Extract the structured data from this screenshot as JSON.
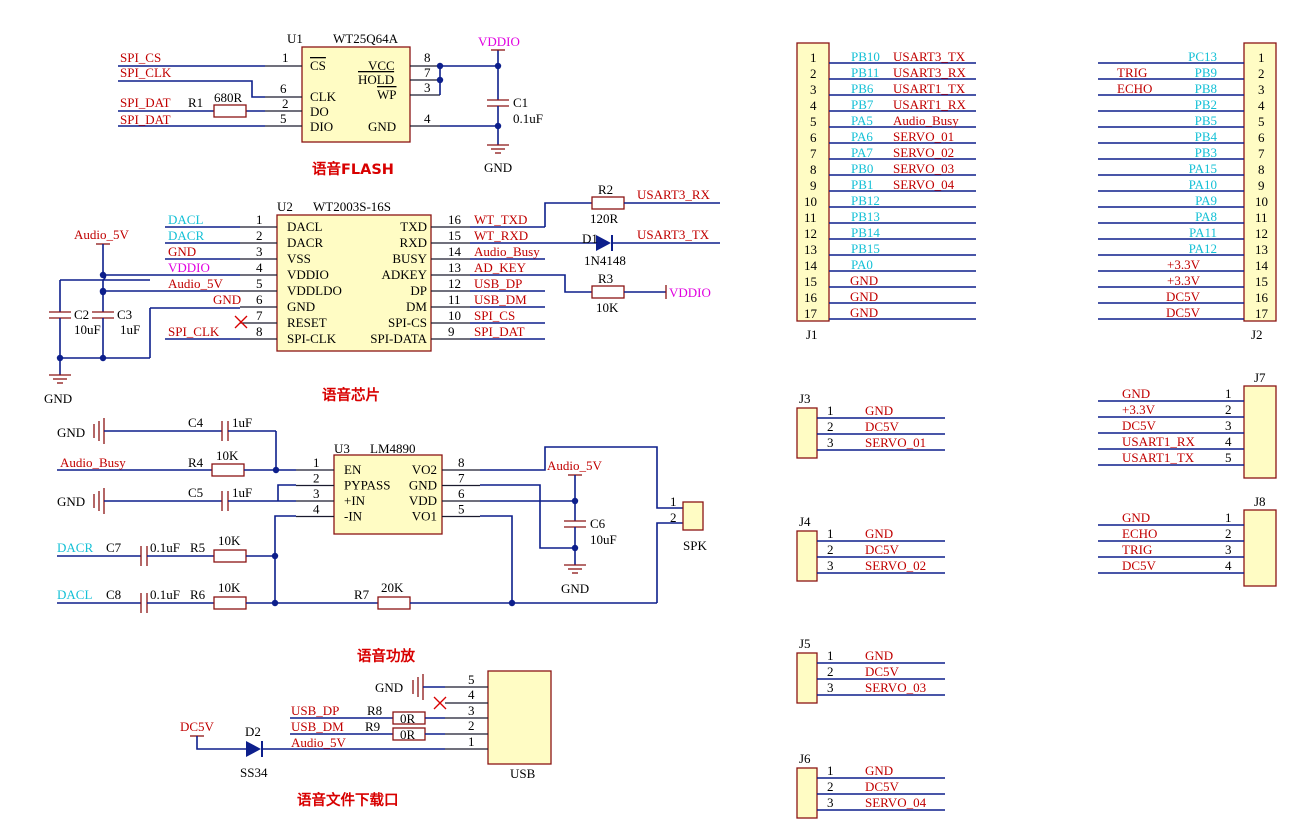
{
  "sections": {
    "flash": "语音FLASH",
    "chip": "语音芯片",
    "amp": "语音功放",
    "usb": "语音文件下载口"
  },
  "u1": {
    "ref": "U1",
    "part": "WT25Q64A",
    "pins_left": [
      {
        "num": "1",
        "name": "CS",
        "net": "SPI_CS"
      },
      {
        "num": "6",
        "name": "CLK",
        "net": "SPI_CLK"
      },
      {
        "num": "2",
        "name": "DO",
        "net": "SPI_DAT"
      },
      {
        "num": "5",
        "name": "DIO",
        "net": "SPI_DAT"
      }
    ],
    "pins_right": [
      {
        "num": "8",
        "name": "VCC"
      },
      {
        "num": "7",
        "name": "HOLD"
      },
      {
        "num": "3",
        "name": "WP"
      },
      {
        "num": "4",
        "name": "GND"
      }
    ],
    "r1": {
      "ref": "R1",
      "value": "680R"
    },
    "c1": {
      "ref": "C1",
      "value": "0.1uF"
    },
    "vddio": "VDDIO",
    "gnd": "GND"
  },
  "u2": {
    "ref": "U2",
    "part": "WT2003S-16S",
    "pins_left": [
      {
        "num": "1",
        "name": "DACL",
        "net": "DACL"
      },
      {
        "num": "2",
        "name": "DACR",
        "net": "DACR"
      },
      {
        "num": "3",
        "name": "VSS",
        "net": "GND"
      },
      {
        "num": "4",
        "name": "VDDIO",
        "net": "VDDIO"
      },
      {
        "num": "5",
        "name": "VDDLDO",
        "net": "Audio_5V"
      },
      {
        "num": "6",
        "name": "GND",
        "net": "GND"
      },
      {
        "num": "7",
        "name": "RESET",
        "net": ""
      },
      {
        "num": "8",
        "name": "SPI-CLK",
        "net": "SPI_CLK"
      }
    ],
    "pins_right": [
      {
        "num": "16",
        "name": "TXD",
        "net": "WT_TXD"
      },
      {
        "num": "15",
        "name": "RXD",
        "net": "WT_RXD"
      },
      {
        "num": "14",
        "name": "BUSY",
        "net": "Audio_Busy"
      },
      {
        "num": "13",
        "name": "ADKEY",
        "net": "AD_KEY"
      },
      {
        "num": "12",
        "name": "DP",
        "net": "USB_DP"
      },
      {
        "num": "11",
        "name": "DM",
        "net": "USB_DM"
      },
      {
        "num": "10",
        "name": "SPI-CS",
        "net": "SPI_CS"
      },
      {
        "num": "9",
        "name": "SPI-DATA",
        "net": "SPI_DAT"
      }
    ],
    "audio5v": "Audio_5V",
    "c2": {
      "ref": "C2",
      "value": "10uF"
    },
    "c3": {
      "ref": "C3",
      "value": "1uF"
    },
    "r2": {
      "ref": "R2",
      "value": "120R",
      "net": "USART3_RX"
    },
    "d1": {
      "ref": "D1",
      "value": "1N4148",
      "net": "USART3_TX"
    },
    "r3": {
      "ref": "R3",
      "value": "10K",
      "net": "VDDIO"
    },
    "gnd": "GND"
  },
  "u3": {
    "ref": "U3",
    "part": "LM4890",
    "pins_left": [
      {
        "num": "1",
        "name": "EN"
      },
      {
        "num": "2",
        "name": "PYPASS"
      },
      {
        "num": "3",
        "name": "+IN"
      },
      {
        "num": "4",
        "name": "-IN"
      }
    ],
    "pins_right": [
      {
        "num": "8",
        "name": "VO2"
      },
      {
        "num": "7",
        "name": "GND"
      },
      {
        "num": "6",
        "name": "VDD"
      },
      {
        "num": "5",
        "name": "VO1"
      }
    ],
    "c4": {
      "ref": "C4",
      "value": "1uF"
    },
    "c5": {
      "ref": "C5",
      "value": "1uF"
    },
    "c6": {
      "ref": "C6",
      "value": "10uF"
    },
    "c7": {
      "ref": "C7",
      "value": "0.1uF",
      "net": "DACR"
    },
    "c8": {
      "ref": "C8",
      "value": "0.1uF",
      "net": "DACL"
    },
    "r4": {
      "ref": "R4",
      "value": "10K",
      "net": "Audio_Busy"
    },
    "r5": {
      "ref": "R5",
      "value": "10K"
    },
    "r6": {
      "ref": "R6",
      "value": "10K"
    },
    "r7": {
      "ref": "R7",
      "value": "20K"
    },
    "audio5v": "Audio_5V",
    "spk": "SPK",
    "spk_pins": [
      "1",
      "2"
    ],
    "gnd": "GND"
  },
  "usb": {
    "ref": "USB",
    "pins": [
      "5",
      "4",
      "3",
      "2",
      "1"
    ],
    "r8": {
      "ref": "R8",
      "value": "0R",
      "net": "USB_DP"
    },
    "r9": {
      "ref": "R9",
      "value": "0R",
      "net": "USB_DM"
    },
    "d2": {
      "ref": "D2",
      "value": "SS34"
    },
    "dc5v": "DC5V",
    "audio5v": "Audio_5V",
    "gnd": "GND"
  },
  "j1": {
    "ref": "J1",
    "rows": [
      {
        "num": "1",
        "port": "PB10",
        "net": "USART3_TX"
      },
      {
        "num": "2",
        "port": "PB11",
        "net": "USART3_RX"
      },
      {
        "num": "3",
        "port": "PB6",
        "net": "USART1_TX"
      },
      {
        "num": "4",
        "port": "PB7",
        "net": "USART1_RX"
      },
      {
        "num": "5",
        "port": "PA5",
        "net": "Audio_Busy"
      },
      {
        "num": "6",
        "port": "PA6",
        "net": "SERVO_01"
      },
      {
        "num": "7",
        "port": "PA7",
        "net": "SERVO_02"
      },
      {
        "num": "8",
        "port": "PB0",
        "net": "SERVO_03"
      },
      {
        "num": "9",
        "port": "PB1",
        "net": "SERVO_04"
      },
      {
        "num": "10",
        "port": "PB12",
        "net": ""
      },
      {
        "num": "11",
        "port": "PB13",
        "net": ""
      },
      {
        "num": "12",
        "port": "PB14",
        "net": ""
      },
      {
        "num": "13",
        "port": "PB15",
        "net": ""
      },
      {
        "num": "14",
        "port": "PA0",
        "net": ""
      },
      {
        "num": "15",
        "port": "",
        "net": "GND"
      },
      {
        "num": "16",
        "port": "",
        "net": "GND"
      },
      {
        "num": "17",
        "port": "",
        "net": "GND"
      }
    ]
  },
  "j2": {
    "ref": "J2",
    "rows": [
      {
        "num": "1",
        "port": "PC13",
        "net": ""
      },
      {
        "num": "2",
        "port": "PB9",
        "net": "TRIG"
      },
      {
        "num": "3",
        "port": "PB8",
        "net": "ECHO"
      },
      {
        "num": "4",
        "port": "PB2",
        "net": ""
      },
      {
        "num": "5",
        "port": "PB5",
        "net": ""
      },
      {
        "num": "6",
        "port": "PB4",
        "net": ""
      },
      {
        "num": "7",
        "port": "PB3",
        "net": ""
      },
      {
        "num": "8",
        "port": "PA15",
        "net": ""
      },
      {
        "num": "9",
        "port": "PA10",
        "net": ""
      },
      {
        "num": "10",
        "port": "PA9",
        "net": ""
      },
      {
        "num": "11",
        "port": "PA8",
        "net": ""
      },
      {
        "num": "12",
        "port": "PA11",
        "net": ""
      },
      {
        "num": "13",
        "port": "PA12",
        "net": ""
      },
      {
        "num": "14",
        "port": "",
        "net": "+3.3V"
      },
      {
        "num": "15",
        "port": "",
        "net": "+3.3V"
      },
      {
        "num": "16",
        "port": "",
        "net": "DC5V"
      },
      {
        "num": "17",
        "port": "",
        "net": "DC5V"
      }
    ]
  },
  "j3": {
    "ref": "J3",
    "rows": [
      {
        "num": "1",
        "net": "GND"
      },
      {
        "num": "2",
        "net": "DC5V"
      },
      {
        "num": "3",
        "net": "SERVO_01"
      }
    ]
  },
  "j4": {
    "ref": "J4",
    "rows": [
      {
        "num": "1",
        "net": "GND"
      },
      {
        "num": "2",
        "net": "DC5V"
      },
      {
        "num": "3",
        "net": "SERVO_02"
      }
    ]
  },
  "j5": {
    "ref": "J5",
    "rows": [
      {
        "num": "1",
        "net": "GND"
      },
      {
        "num": "2",
        "net": "DC5V"
      },
      {
        "num": "3",
        "net": "SERVO_03"
      }
    ]
  },
  "j6": {
    "ref": "J6",
    "rows": [
      {
        "num": "1",
        "net": "GND"
      },
      {
        "num": "2",
        "net": "DC5V"
      },
      {
        "num": "3",
        "net": "SERVO_04"
      }
    ]
  },
  "j7": {
    "ref": "J7",
    "rows": [
      {
        "num": "1",
        "net": "GND"
      },
      {
        "num": "2",
        "net": "+3.3V"
      },
      {
        "num": "3",
        "net": "DC5V"
      },
      {
        "num": "4",
        "net": "USART1_RX"
      },
      {
        "num": "5",
        "net": "USART1_TX"
      }
    ]
  },
  "j8": {
    "ref": "J8",
    "rows": [
      {
        "num": "1",
        "net": "GND"
      },
      {
        "num": "2",
        "net": "ECHO"
      },
      {
        "num": "3",
        "net": "TRIG"
      },
      {
        "num": "4",
        "net": "DC5V"
      }
    ]
  }
}
